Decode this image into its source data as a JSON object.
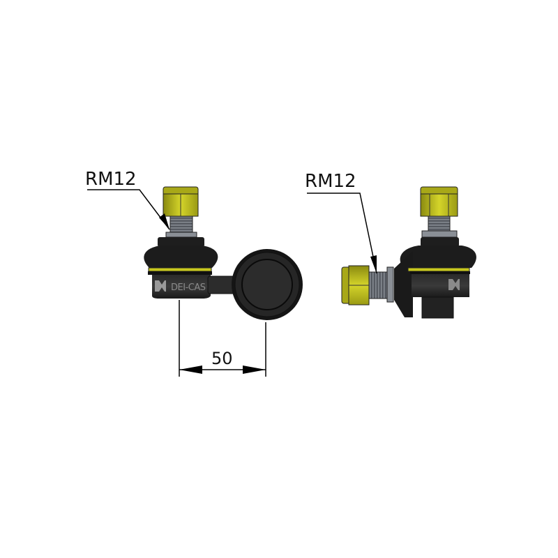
{
  "left_view": {
    "thread_callout": "RM12",
    "dimension_value": "50",
    "logo_text": "DEI-CAS"
  },
  "right_view": {
    "thread_callout": "RM12"
  },
  "colors": {
    "nut_yellow": "#c8c81e",
    "body_black": "#1e1e1e",
    "thread_grey": "#7a7f86"
  }
}
